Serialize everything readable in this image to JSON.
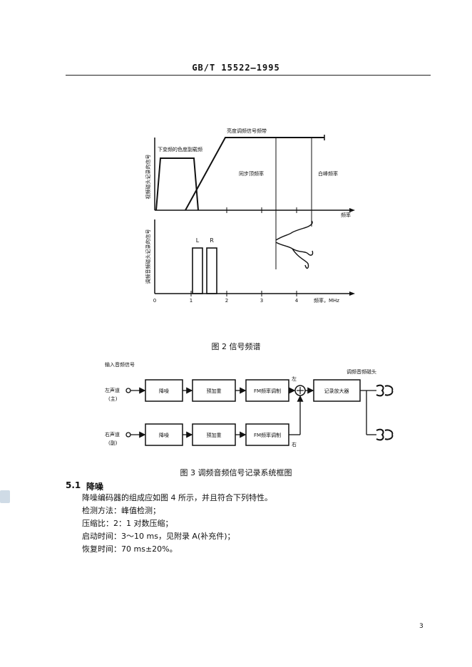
{
  "header": {
    "title": "GB/T 15522—1995"
  },
  "figure2": {
    "caption": "图 2  信号频谱",
    "upper": {
      "ylabel": "视频磁头记录的信号",
      "label_chroma": "下变频的色度副载频",
      "label_luma": "亮度调频信号频带",
      "label_sync": "同步顶频率",
      "label_white": "白峰频率",
      "xlabel": "频率"
    },
    "lower": {
      "ylabel": "调频音频磁头记录的信号",
      "L": "L",
      "R": "R",
      "xlabel": "频率，MHz",
      "ticks": [
        "0",
        "1",
        "2",
        "3",
        "4"
      ]
    }
  },
  "figure3": {
    "caption": "图 3  调频音频信号记录系统框图",
    "input_label": "输入音频信号",
    "head_label": "调频音频磁头",
    "left_channel": "左声道",
    "left_channel_sub": "(主)",
    "right_channel": "右声道",
    "right_channel_sub": "(副)",
    "block_nr": "降噪",
    "block_preemph": "预加重",
    "block_fm": "FM频率调制",
    "block_amp": "记录放大器",
    "sum_left": "左",
    "sum_right": "右"
  },
  "section": {
    "number": "5.1",
    "title": "降噪",
    "lines": [
      "降噪编码器的组成应如图 4 所示，并且符合下列特性。",
      "检测方法：峰值检测；",
      "压缩比：2：1 对数压缩；",
      "启动时间：3～10 ms，见附录 A(补充件)；",
      "恢复时间：70 ms±20%。"
    ]
  },
  "page_number": "3"
}
